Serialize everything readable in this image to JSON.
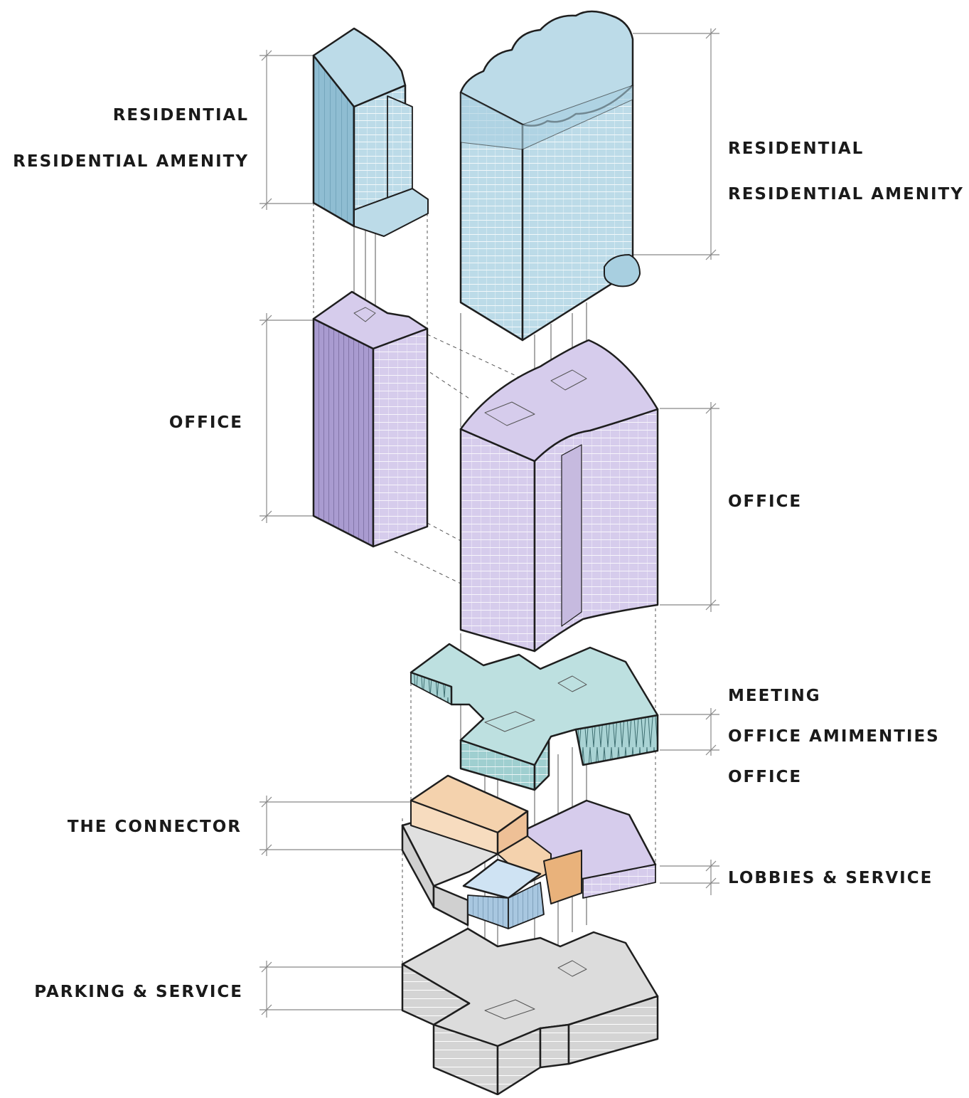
{
  "labels": {
    "left": {
      "residential": "RESIDENTIAL",
      "residential_amenity": "RESIDENTIAL AMENITY",
      "office": "OFFICE",
      "connector": "THE CONNECTOR",
      "parking": "PARKING & SERVICE"
    },
    "right": {
      "residential": "RESIDENTIAL",
      "residential_amenity": "RESIDENTIAL AMENITY",
      "office": "OFFICE",
      "meeting": "MEETING",
      "office_amenities": "OFFICE AMIMENTIES",
      "office_lower": "OFFICE",
      "lobbies": "LOBBIES & SERVICE"
    }
  },
  "colors": {
    "residential": "#bcdbe8",
    "residential_dark": "#8fbdd2",
    "office": "#d6ccec",
    "office_dark": "#b2a3d8",
    "podium": "#bde0e0",
    "podium_dark": "#94c6c8",
    "connector": "#f4d2ad",
    "connector_dark": "#e9b27b",
    "lobby": "#cfe3f3",
    "parking": "#dcdcdc",
    "parking_dark": "#bdbdbd",
    "outline": "#1e1e1e",
    "guide": "#8a8a8a"
  }
}
